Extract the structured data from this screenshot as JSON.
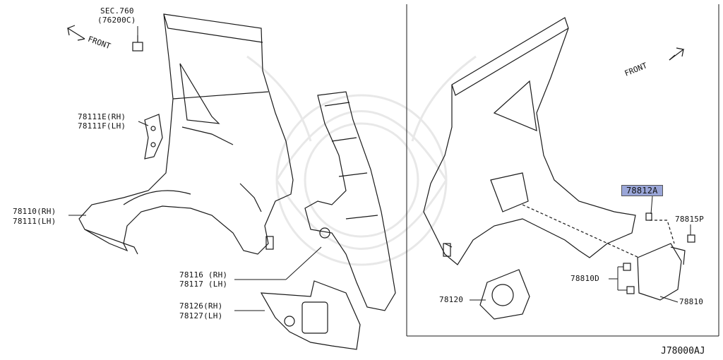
{
  "labels": {
    "sec760": "SEC.760",
    "sec760_sub": "(76200C)",
    "l78111E": "78111E(RH)",
    "l78111F": "78111F(LH)",
    "l78110": "78110(RH)",
    "l78111": "78111(LH)",
    "l78116": "78116 (RH)",
    "l78117": "78117 (LH)",
    "l78126": "78126(RH)",
    "l78127": "78127(LH)",
    "l78812A": "78812A",
    "l78815P": "78815P",
    "l78810D": "78810D",
    "l78810": "78810",
    "l78120": "78120"
  },
  "front_left": "FRONT",
  "front_right": "FRONT",
  "diagram_code": "J78000AJ",
  "colors": {
    "line": "#1a1a1a",
    "highlight": "#9aa6d8",
    "watermark": "#e6e6e6"
  }
}
